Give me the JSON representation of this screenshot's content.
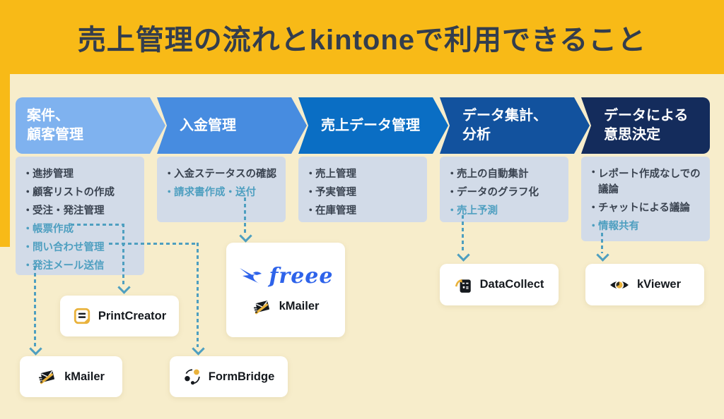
{
  "header": {
    "title": "売上管理の流れとkintoneで利用できること"
  },
  "flow": {
    "bullet": "・",
    "steps": [
      {
        "title": "案件、\n顧客管理",
        "items": [
          {
            "text": "進捗管理"
          },
          {
            "text": "顧客リストの作成"
          },
          {
            "text": "受注・発注管理"
          },
          {
            "text": "帳票作成"
          },
          {
            "text": "問い合わせ管理"
          },
          {
            "text": "発注メール送信"
          }
        ]
      },
      {
        "title": "入金管理",
        "items": [
          {
            "text": "入金ステータスの確認"
          },
          {
            "text": "請求書作成・送付"
          }
        ]
      },
      {
        "title": "売上データ管理",
        "items": [
          {
            "text": "売上管理"
          },
          {
            "text": "予実管理"
          },
          {
            "text": "在庫管理"
          }
        ]
      },
      {
        "title": "データ集計、\n分析",
        "items": [
          {
            "text": "売上の自動集計"
          },
          {
            "text": "データのグラフ化"
          },
          {
            "text": "売上予測"
          }
        ]
      },
      {
        "title": "データによる\n意思決定",
        "items": [
          {
            "text": "レポート作成なしでの議論"
          },
          {
            "text": "チャットによる議論"
          },
          {
            "text": "情報共有"
          }
        ]
      }
    ]
  },
  "products": {
    "print_creator": {
      "label": "PrintCreator"
    },
    "kmailer": {
      "label": "kMailer"
    },
    "form_bridge": {
      "label": "FormBridge"
    },
    "freee_card": {
      "freee_label": "freee",
      "kmailer_label": "kMailer"
    },
    "data_collect": {
      "label": "DataCollect"
    },
    "k_viewer": {
      "label": "kViewer"
    }
  },
  "palette": {
    "frame_yellow": "#F8BA17",
    "panel_cream": "#F7EDCB",
    "title_text": "#333D4D",
    "step_colors": [
      "#7FB2EF",
      "#478CE0",
      "#0A6EC4",
      "#12529E",
      "#142C5C"
    ],
    "listbox_fill": "#D2DBE8",
    "item_text": "#3A4350",
    "highlight_teal": "#4E9FC0",
    "icon_gold": "#E9B23C",
    "freee_blue": "#2E63EA"
  }
}
